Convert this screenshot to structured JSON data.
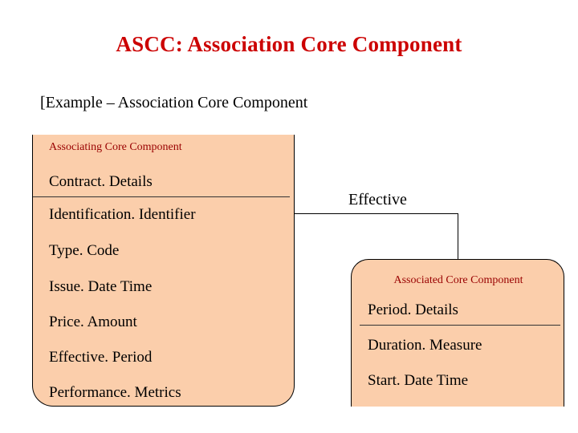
{
  "slide": {
    "title": "ASCC: Association Core Component",
    "subtitle": "[Example – Association Core Component",
    "title_color": "#cc0000",
    "box_fill_color": "#fbceab",
    "header_text_color": "#990000"
  },
  "associating_box": {
    "header": "Associating Core Component",
    "fields": [
      "Contract. Details",
      "Identification. Identifier",
      "Type. Code",
      "Issue. Date Time",
      "Price. Amount",
      "Effective. Period",
      "Performance. Metrics"
    ]
  },
  "associated_box": {
    "header": "Associated Core Component",
    "fields": [
      "Period. Details",
      "Duration. Measure",
      "Start. Date Time"
    ]
  },
  "connector": {
    "label": "Effective"
  }
}
